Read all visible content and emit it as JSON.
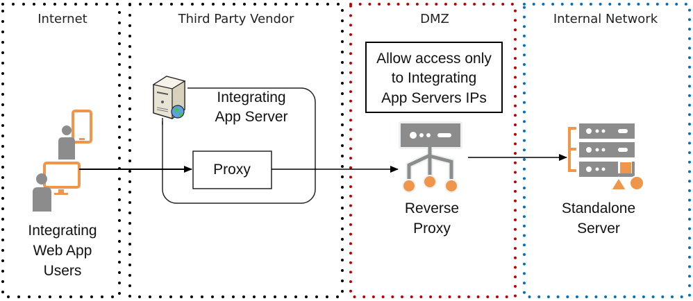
{
  "zones": [
    {
      "id": "internet",
      "title": "Internet",
      "border_color": "#000000"
    },
    {
      "id": "vendor",
      "title": "Third Party Vendor",
      "border_color": "#000000"
    },
    {
      "id": "dmz",
      "title": "DMZ",
      "border_color": "#c00000"
    },
    {
      "id": "internal",
      "title": "Internal Network",
      "border_color": "#0070c0"
    }
  ],
  "nodes": {
    "users": {
      "label_lines": [
        "Integrating",
        "Web App",
        "Users"
      ],
      "icon": "users-devices-icon"
    },
    "app_server": {
      "label_lines": [
        "Integrating",
        "App Server"
      ],
      "icon": "web-server-icon"
    },
    "proxy": {
      "label": "Proxy"
    },
    "policy_note": {
      "label_lines": [
        "Allow access only",
        "to Integrating",
        "App Servers IPs"
      ]
    },
    "reverse_proxy": {
      "label_lines": [
        "Reverse",
        "Proxy"
      ],
      "icon": "reverse-proxy-icon"
    },
    "standalone_server": {
      "label_lines": [
        "Standalone",
        "Server"
      ],
      "icon": "server-stack-icon"
    }
  },
  "edges": [
    {
      "from": "users",
      "to": "proxy"
    },
    {
      "from": "proxy",
      "to": "reverse_proxy"
    },
    {
      "from": "reverse_proxy",
      "to": "standalone_server"
    }
  ],
  "colors": {
    "accent_orange": "#f0964a",
    "icon_gray": "#8c8c8c",
    "dmz_red": "#c00000",
    "internal_blue": "#0070c0"
  }
}
